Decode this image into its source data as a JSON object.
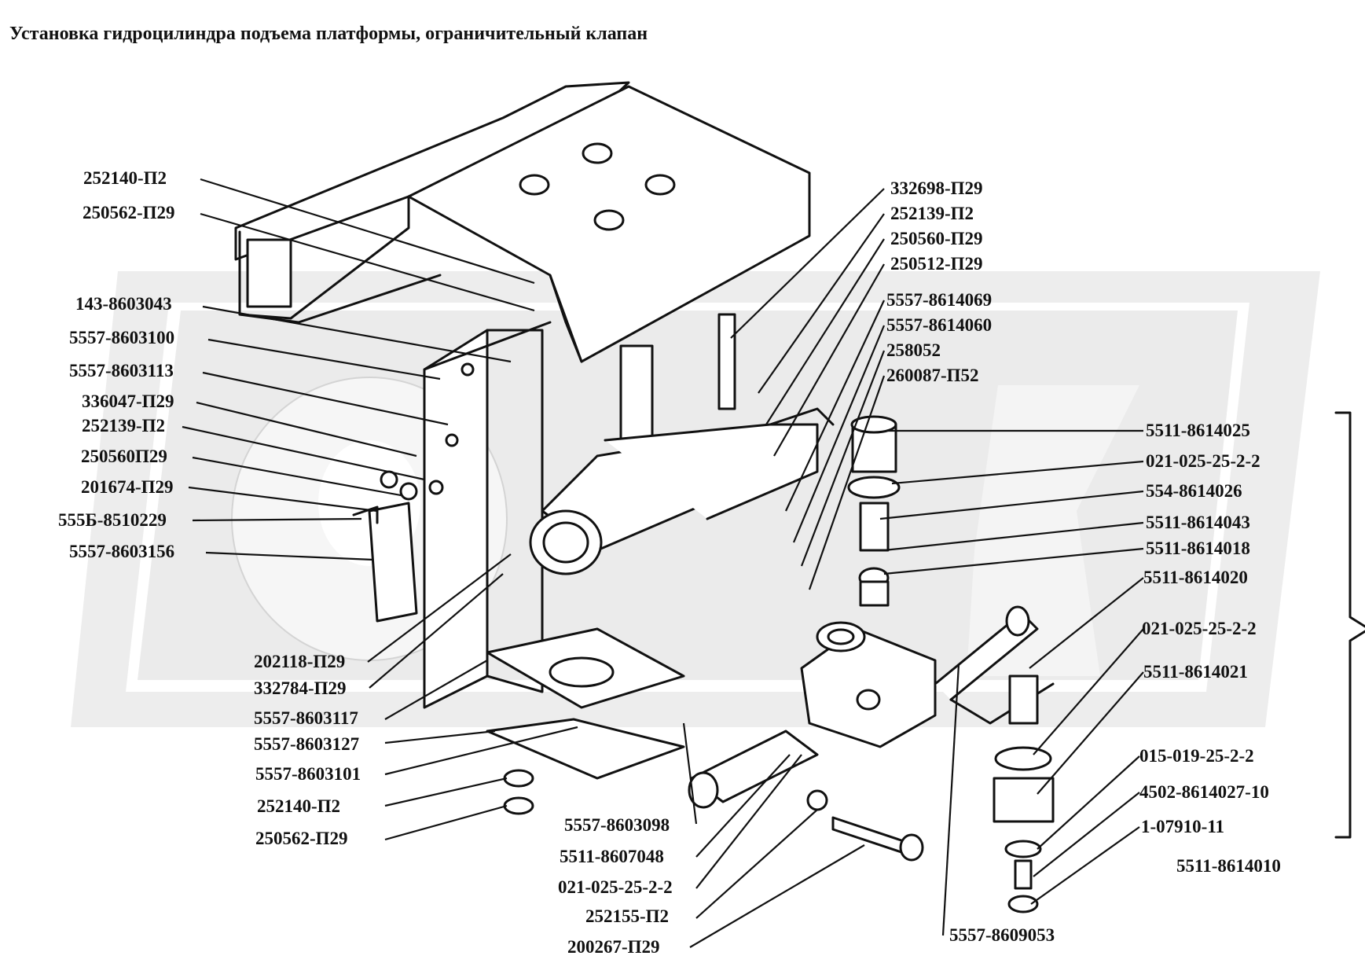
{
  "title": "Установка гидроцилиндра подъема платформы, ограничительный клапан",
  "labels": {
    "l01": "252140-П2",
    "l02": "250562-П29",
    "l03": "143-8603043",
    "l04": "5557-8603100",
    "l05": "5557-8603113",
    "l06": "336047-П29",
    "l07": "252139-П2",
    "l08": "250560П29",
    "l09": "201674-П29",
    "l10": "555Б-8510229",
    "l11": "5557-8603156",
    "l12": "202118-П29",
    "l13": "332784-П29",
    "l14": "5557-8603117",
    "l15": "5557-8603127",
    "l16": "5557-8603101",
    "l17": "252140-П2",
    "l18": "250562-П29",
    "l19": "5557-8603098",
    "l20": "5511-8607048",
    "l21": "021-025-25-2-2",
    "l22": "252155-П2",
    "l23": "200267-П29",
    "l24": "5557-8609053",
    "l25": "332698-П29",
    "l26": "252139-П2",
    "l27": "250560-П29",
    "l28": "250512-П29",
    "l29": "5557-8614069",
    "l30": "5557-8614060",
    "l31": "258052",
    "l32": "260087-П52",
    "l33": "5511-8614025",
    "l34": "021-025-25-2-2",
    "l35": "554-8614026",
    "l36": "5511-8614043",
    "l37": "5511-8614018",
    "l38": "5511-8614020",
    "l39": "021-025-25-2-2",
    "l40": "5511-8614021",
    "l41": "015-019-25-2-2",
    "l42": "4502-8614027-10",
    "l43": "1-07910-11",
    "l44": "5511-8614010"
  }
}
